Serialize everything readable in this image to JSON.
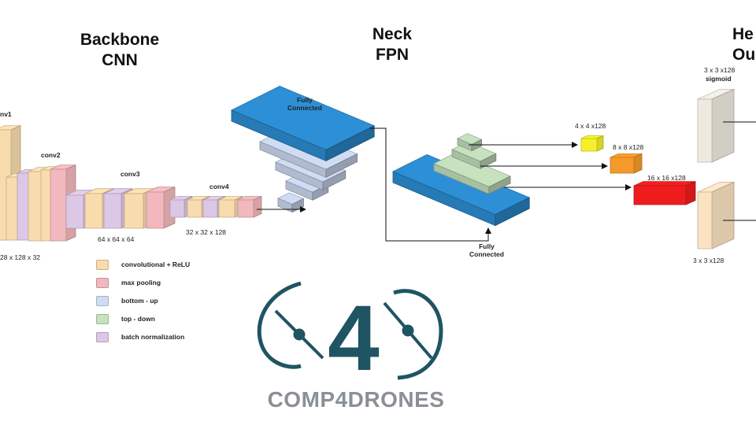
{
  "sections": {
    "backbone": [
      "Backbone",
      "CNN"
    ],
    "neck": [
      "Neck",
      "FPN"
    ],
    "head": [
      "He",
      "Ou"
    ]
  },
  "layers": {
    "conv1": "nv1",
    "conv2": "conv2",
    "conv3": "conv3",
    "conv4": "conv4"
  },
  "dims": {
    "d128": "28 x 128 x 32",
    "d64": "64 x 64 x 64",
    "d32": "32 x 32 x 128",
    "out4": "4 x 4 x128",
    "out8": "8 x 8 x128",
    "out16": "16 x 16 x128",
    "head_top": "3 x 3 x128",
    "head_bottom": "3 x 3 x128"
  },
  "labels": {
    "fc_top": [
      "Fully",
      "Connected"
    ],
    "fc_bottom": [
      "Fully",
      "Connected"
    ],
    "sigmoid": "sigmoid"
  },
  "legend": [
    {
      "label": "convolutional + ReLU",
      "color": "#f9dcae"
    },
    {
      "label": "max pooling",
      "color": "#f2b8bd"
    },
    {
      "label": "bottom - up",
      "color": "#cfdcf3"
    },
    {
      "label": "top - down",
      "color": "#c6e2bf"
    },
    {
      "label": "batch normalization",
      "color": "#dcc8e6"
    }
  ],
  "colors": {
    "conv": "#f9dcae",
    "pool": "#f2b8bd",
    "bottom_up": "#cfdcf3",
    "top_down": "#c6e2bf",
    "batch_norm": "#dcc8e6",
    "fpn_blue": "#2d8fd6",
    "yellow": "#f5f02a",
    "orange": "#f59a2a",
    "red": "#ee1c1c",
    "head_grey": "#eeeae0",
    "head_peach": "#fbe2c2",
    "logo_dark": "#1f5463"
  },
  "logo": {
    "mark": "4",
    "wordmark": "COMP4DRONES"
  }
}
